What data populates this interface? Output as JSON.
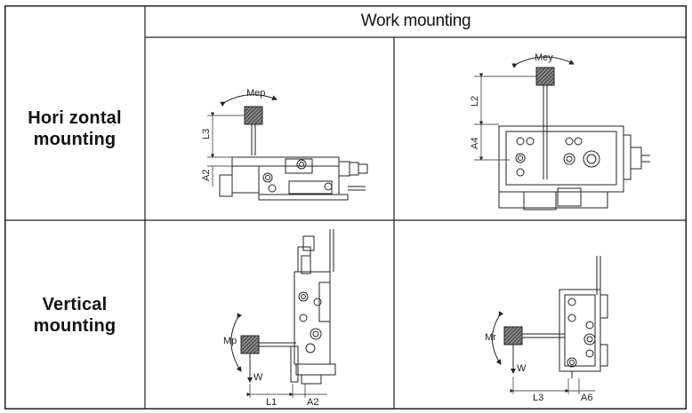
{
  "table": {
    "header": "Work mounting",
    "rows": [
      {
        "label_line1": "Hori zontal",
        "label_line2": "mounting"
      },
      {
        "label_line1": "Vertical",
        "label_line2": "mounting"
      }
    ]
  },
  "diagrams": {
    "horizontal_left": {
      "moment": "Mep",
      "dim_top": "L3",
      "dim_bottom": "A2"
    },
    "horizontal_right": {
      "moment": "Mey",
      "dim_top": "L2",
      "dim_bottom": "A4"
    },
    "vertical_left": {
      "moment": "Mp",
      "load": "W",
      "dim_left": "L1",
      "dim_right": "A2"
    },
    "vertical_right": {
      "moment": "Mr",
      "load": "W",
      "dim_left": "L3",
      "dim_right": "A6"
    }
  }
}
